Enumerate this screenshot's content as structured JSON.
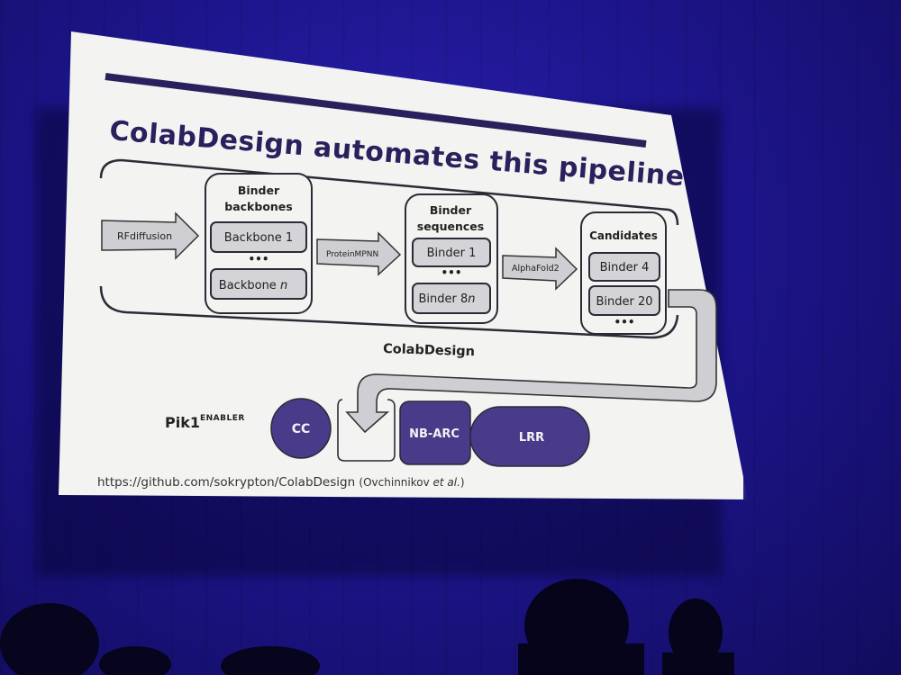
{
  "slide": {
    "title": "ColabDesign automates this pipeline",
    "pipeline": {
      "input_label": "RFdiffusion",
      "stage1": {
        "title_line1": "Binder",
        "title_line2": "backbones",
        "item_first": "Backbone 1",
        "ellipsis": "•••",
        "item_last": "Backbone",
        "item_last_var": "n"
      },
      "arrow1_label": "ProteinMPNN",
      "stage2": {
        "title_line1": "Binder",
        "title_line2": "sequences",
        "item_first": "Binder 1",
        "ellipsis": "•••",
        "item_last": "Binder 8",
        "item_last_var": "n"
      },
      "arrow2_label": "AlphaFold2",
      "stage3": {
        "title": "Candidates",
        "item_first": "Binder 4",
        "item_second": "Binder 20",
        "ellipsis": "•••"
      },
      "group_label": "ColabDesign"
    },
    "protein": {
      "name": "Pik1",
      "superscript": "ENABLER",
      "domains": [
        "CC",
        "NB-ARC",
        "LRR"
      ]
    },
    "reference": {
      "url": "https://github.com/sokrypton/ColabDesign",
      "citation_open": "(Ovchinnikov ",
      "citation_italic": "et al.",
      "citation_close": ")"
    }
  },
  "colors": {
    "title": "#2b1f5c",
    "domain_fill": "#4a3a8a",
    "box_fill": "#d4d4d8",
    "arrow_fill": "#cfcfd3",
    "background": "#1d158c"
  }
}
